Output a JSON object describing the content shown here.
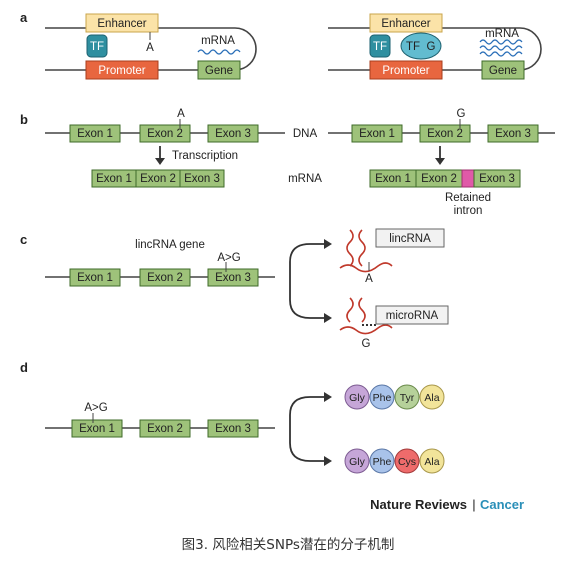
{
  "panels": [
    "a",
    "b",
    "c",
    "d"
  ],
  "a": {
    "enhancer": "Enhancer",
    "promoter": "Promoter",
    "gene": "Gene",
    "tf": "TF",
    "tf_g": "TF",
    "g": "G",
    "allele": "A",
    "mrna": "mRNA"
  },
  "b": {
    "exons": [
      "Exon 1",
      "Exon 2",
      "Exon 3"
    ],
    "allele_a": "A",
    "allele_g": "G",
    "dna": "DNA",
    "mrna": "mRNA",
    "transcription": "Transcription",
    "retained": "Retained",
    "intron": "intron"
  },
  "c": {
    "gene_label": "lincRNA gene",
    "exons": [
      "Exon 1",
      "Exon 2",
      "Exon 3"
    ],
    "variant": "A>G",
    "lincrna": "lincRNA",
    "microrna": "microRNA",
    "allele_a": "A",
    "allele_g": "G"
  },
  "d": {
    "variant": "A>G",
    "exons": [
      "Exon 1",
      "Exon 2",
      "Exon 3"
    ],
    "protein_top": [
      "Gly",
      "Phe",
      "Tyr",
      "Ala"
    ],
    "protein_bottom": [
      "Gly",
      "Phe",
      "Cys",
      "Ala"
    ]
  },
  "credit": {
    "journal": "Nature Reviews",
    "separator": "|",
    "section": "Cancer"
  },
  "caption": "图3. 风险相关SNPs潜在的分子机制",
  "colors": {
    "exon": "#9ec27a",
    "enhancer": "#fbe3a8",
    "promoter": "#e8663f",
    "tf": "#2f8fa0",
    "mrna_wave": "#2a6fb8",
    "rna_strand": "#c0392b",
    "retained_intron": "#e05aa8",
    "gly": "#c6a6d8",
    "phe": "#a9c3ea",
    "tyr": "#b6d19a",
    "cys": "#ee6b6b",
    "ala": "#f2e49a",
    "cancer": "#2a8fb8"
  }
}
